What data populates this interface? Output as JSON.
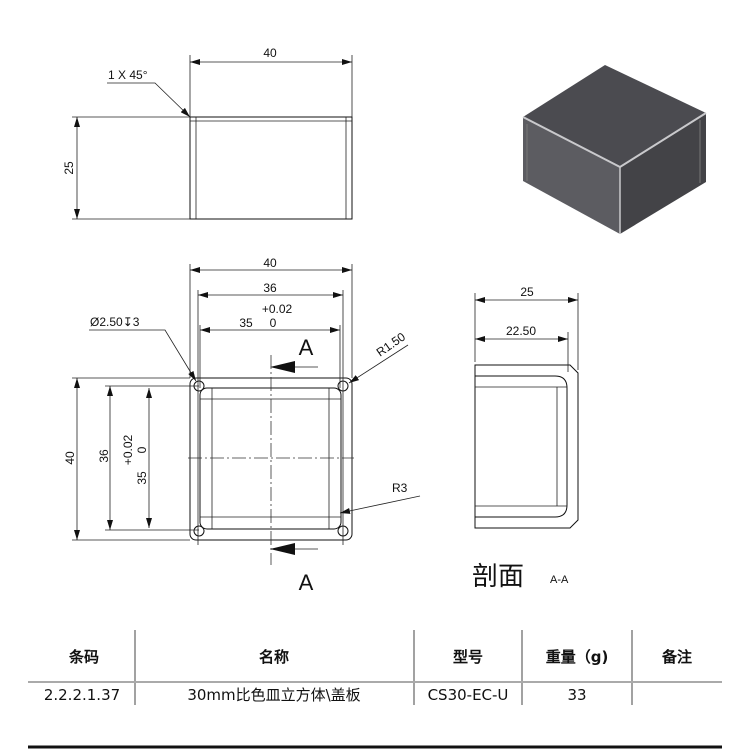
{
  "front_view": {
    "width_dim": "40",
    "height_dim": "25",
    "chamfer": "1 X 45°"
  },
  "plan_view": {
    "outer_width": "40",
    "inner_width": "36",
    "pocket_width": "35",
    "tol_upper": "+0.02",
    "tol_lower": "0",
    "outer_height": "40",
    "inner_height": "36",
    "pocket_height": "35",
    "hole_callout": "Ø2.50↧3",
    "corner_radius": "R1.50",
    "pocket_radius": "R3",
    "section_label_top": "A",
    "section_label_bottom": "A"
  },
  "section_view": {
    "depth_dim": "25",
    "inner_depth_dim": "22.50",
    "title": "剖面",
    "subtitle": "A-A"
  },
  "colors": {
    "cube_top": "#4b4b50",
    "cube_left": "#5c5c61",
    "cube_right": "#434347",
    "edge": "#c9c9cc"
  },
  "table": {
    "headers": [
      "条码",
      "名称",
      "型号",
      "重量（g)",
      "备注"
    ],
    "rows": [
      [
        "2.2.2.1.37",
        "30mm比色皿立方体\\盖板",
        "CS30-EC-U",
        "33",
        ""
      ]
    ]
  }
}
